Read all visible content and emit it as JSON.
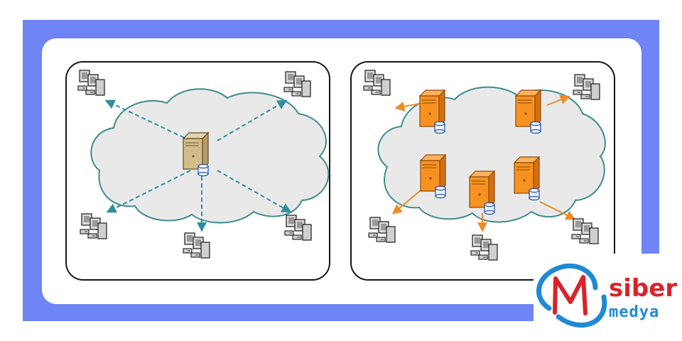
{
  "colors": {
    "frame": "#6f84f5",
    "card": "#ffffff",
    "cloud_fill": "#e9e9e9",
    "cloud_stroke": "#3f8c8e",
    "central_server": "#cbb88b",
    "central_arrow": "#2f8fa0",
    "distributed_server": "#f7911f",
    "distributed_arrow": "#f08a24",
    "computer": "#bdbdbd",
    "logo_blue": "#1f8ad2",
    "logo_red": "#d8232a"
  },
  "diagrams": [
    {
      "name": "centralized",
      "servers": [
        {
          "icon": "server-with-database-icon",
          "color": "central_server"
        }
      ],
      "clients": 5,
      "connections": 5,
      "edge_style": "dashed"
    },
    {
      "name": "distributed",
      "servers": [
        {
          "icon": "server-with-database-icon",
          "color": "distributed_server"
        },
        {
          "icon": "server-with-database-icon",
          "color": "distributed_server"
        },
        {
          "icon": "server-with-database-icon",
          "color": "distributed_server"
        },
        {
          "icon": "server-with-database-icon",
          "color": "distributed_server"
        },
        {
          "icon": "server-with-database-icon",
          "color": "distributed_server"
        }
      ],
      "clients": 5,
      "connections": 5,
      "edge_style": "solid"
    }
  ],
  "logo": {
    "icon": "siber-medya-s-logo-icon",
    "wordmark_top": "siber",
    "wordmark_bottom": "medya"
  }
}
